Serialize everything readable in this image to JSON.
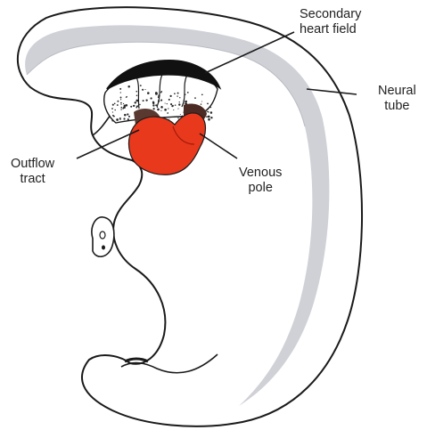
{
  "labels": {
    "secondary_heart_field": [
      "Secondary",
      "heart field"
    ],
    "neural_tube": [
      "Neural",
      "tube"
    ],
    "outflow_tract": [
      "Outflow",
      "tract"
    ],
    "venous_pole": [
      "Venous",
      "pole"
    ]
  },
  "colors": {
    "outline": "#1a1a1a",
    "neural_tube_fill": "#cfd1d6",
    "heart_fill": "#e8391d",
    "secondary_heart_field_band": "#111111",
    "speckle": "#2a2a2a",
    "background": "#ffffff"
  }
}
